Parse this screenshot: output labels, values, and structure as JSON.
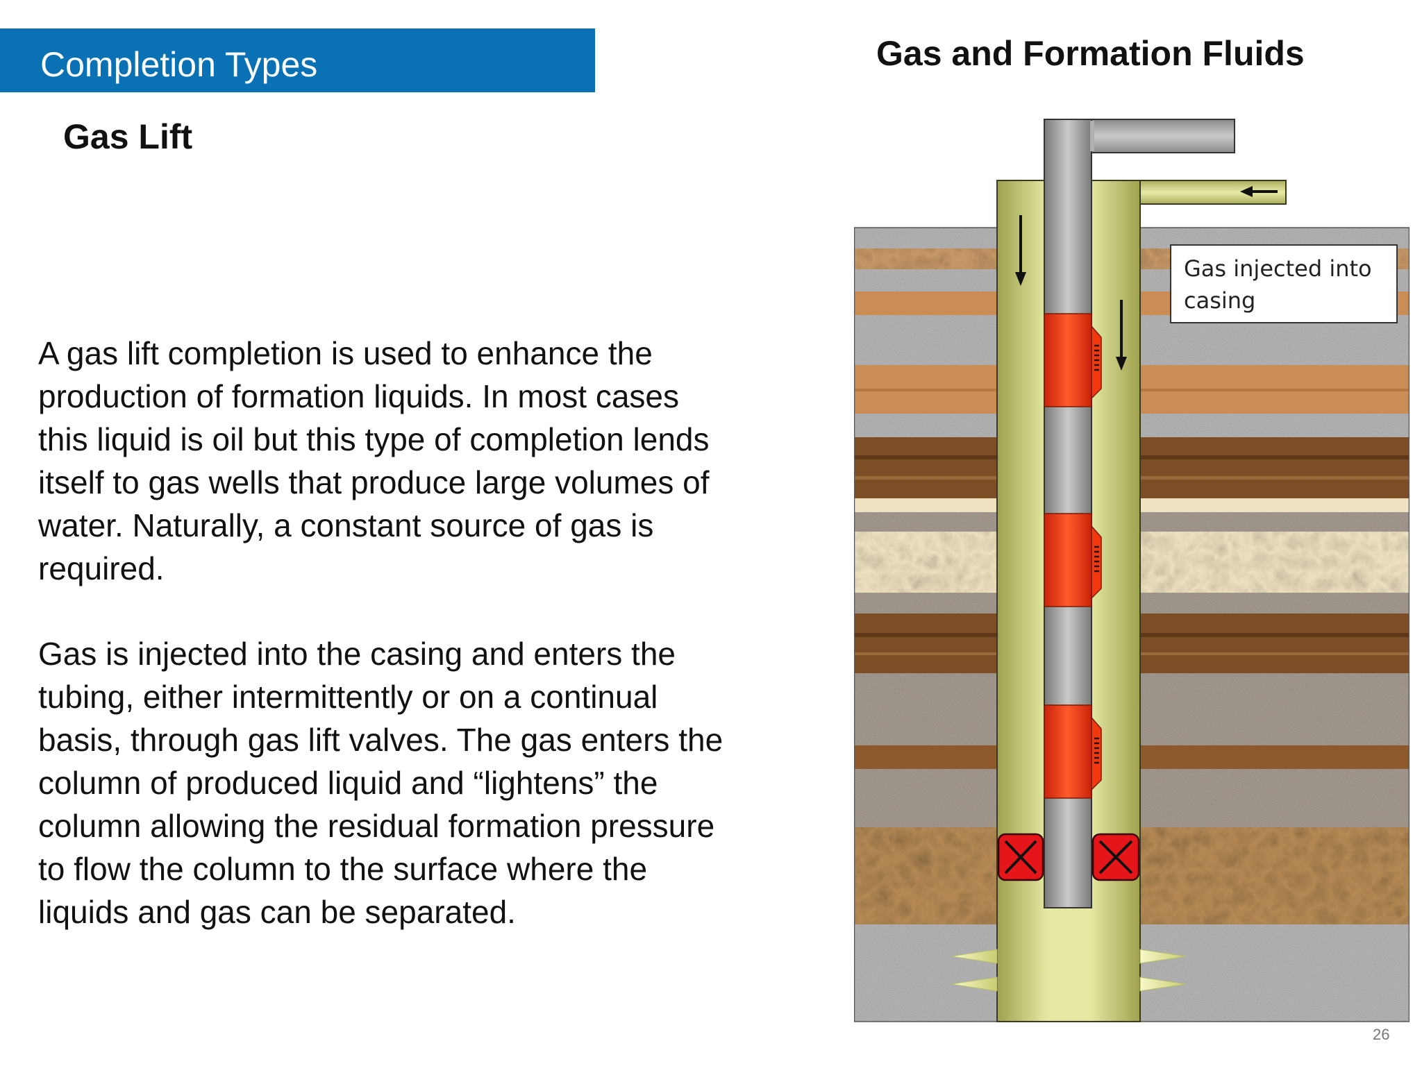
{
  "slide": {
    "section_title": "Completion Types",
    "subtitle": "Gas Lift",
    "paragraph1": [
      "A gas lift completion is used to enhance the",
      "production of  formation liquids. In most cases",
      "this liquid is oil but this type of completion lends",
      "itself to gas wells that produce large volumes of",
      "water. Naturally, a constant source of gas is",
      "required."
    ],
    "paragraph2": [
      "Gas is injected into the casing and enters the",
      "tubing, either intermittently or on a continual",
      "basis, through gas lift valves. The gas enters the",
      "column of produced liquid and “lightens” the",
      "column allowing the residual formation pressure",
      "to flow the column to the surface where the",
      "liquids and gas can be separated."
    ],
    "page_number": "26"
  },
  "diagram": {
    "title": "Gas and Formation Fluids",
    "callout": [
      "Gas injected into",
      "casing"
    ],
    "components": {
      "casing": "casing",
      "tubing": "tubing",
      "gas_lift_valves": 3,
      "packers": 2,
      "perforations": 4
    },
    "colors": {
      "banner": "#0a72b4",
      "casing_fill": "#d7dc8f",
      "tubing_fill": "#a8a8a8",
      "valve_red": "#f2380f",
      "packer_red": "#e5161a",
      "granite": "#b9b9b9",
      "sandstone": "#c98d55",
      "shale": "#7d4e26",
      "cream_sand": "#efe2c2",
      "gravel": "#a79d93",
      "crumpled": "#b58a55"
    }
  }
}
